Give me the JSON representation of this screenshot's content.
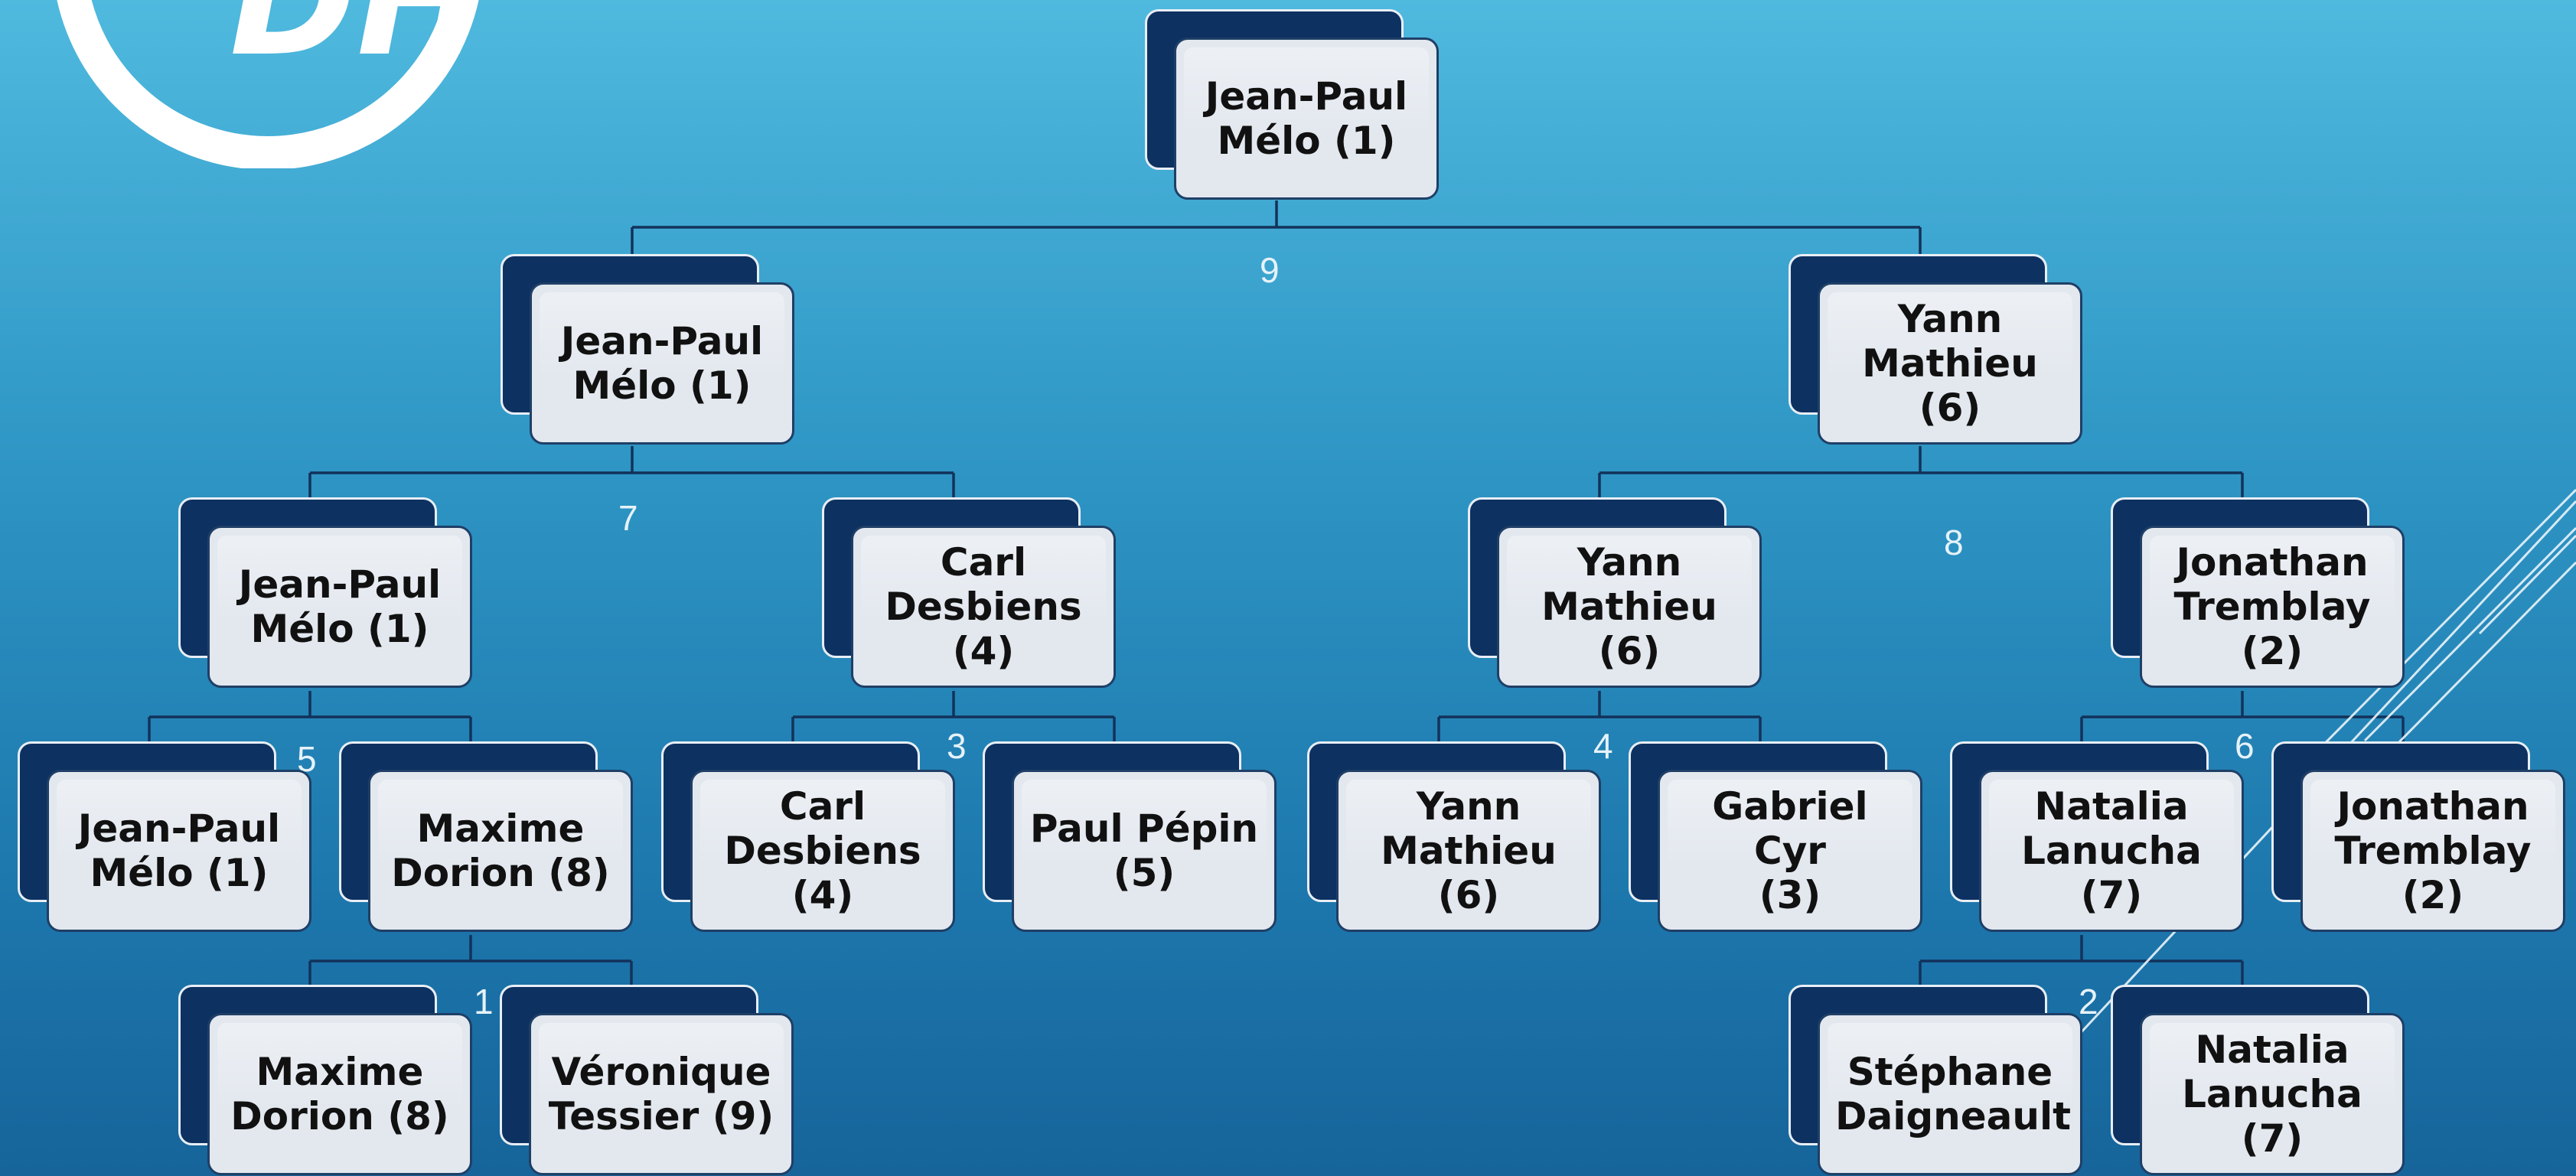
{
  "logo": {
    "text": "DH"
  },
  "bracket": {
    "nodes": [
      {
        "id": "n0",
        "name": "Jean-Paul\nMélo (1)"
      },
      {
        "id": "n1",
        "name": "Jean-Paul\nMélo (1)"
      },
      {
        "id": "n2",
        "name": "Yann\nMathieu (6)"
      },
      {
        "id": "n3",
        "name": "Jean-Paul\nMélo (1)"
      },
      {
        "id": "n4",
        "name": "Carl\nDesbiens\n(4)"
      },
      {
        "id": "n5",
        "name": "Yann\nMathieu (6)"
      },
      {
        "id": "n6",
        "name": "Jonathan\nTremblay\n(2)"
      },
      {
        "id": "n7",
        "name": "Jean-Paul\nMélo (1)"
      },
      {
        "id": "n8",
        "name": "Maxime\nDorion (8)"
      },
      {
        "id": "n9",
        "name": "Carl\nDesbiens\n(4)"
      },
      {
        "id": "n10",
        "name": "Paul Pépin\n(5)"
      },
      {
        "id": "n11",
        "name": "Yann\nMathieu (6)"
      },
      {
        "id": "n12",
        "name": "Gabriel Cyr\n(3)"
      },
      {
        "id": "n13",
        "name": "Natalia\nLanucha\n(7)"
      },
      {
        "id": "n14",
        "name": "Jonathan\nTremblay\n(2)"
      },
      {
        "id": "n15",
        "name": "Maxime\nDorion (8)"
      },
      {
        "id": "n16",
        "name": "Véronique\nTessier (9)"
      },
      {
        "id": "n17",
        "name": "Stéphane\nDaigneault"
      },
      {
        "id": "n18",
        "name": "Natalia\nLanucha\n(7)"
      }
    ],
    "match_numbers": [
      "9",
      "7",
      "8",
      "5",
      "3",
      "4",
      "6",
      "1",
      "2"
    ]
  }
}
